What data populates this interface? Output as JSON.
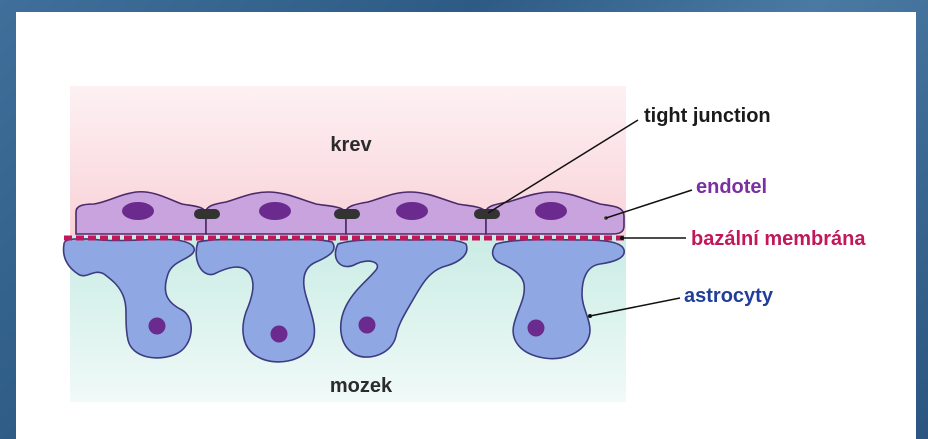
{
  "labels": {
    "blood": "krev",
    "brain": "mozek",
    "tight_junction": "tight junction",
    "endothelium": "endotel",
    "basal_membrane": "bazální membrána",
    "astrocytes": "astrocyty"
  },
  "colors": {
    "blood_zone": "#fde3e6",
    "brain_zone": "#d2f0ea",
    "endothelial_cell": "#c9a3dd",
    "cell_nucleus": "#6b2a8e",
    "junction": "#333333",
    "membrane": "#c2185b",
    "astrocyte": "#8fa8e3",
    "astrocyte_nucleus": "#6b2a8e",
    "endothelium_label": "#7b2fa0",
    "membrane_label": "#c2185b",
    "astrocytes_label": "#1f3f99"
  }
}
